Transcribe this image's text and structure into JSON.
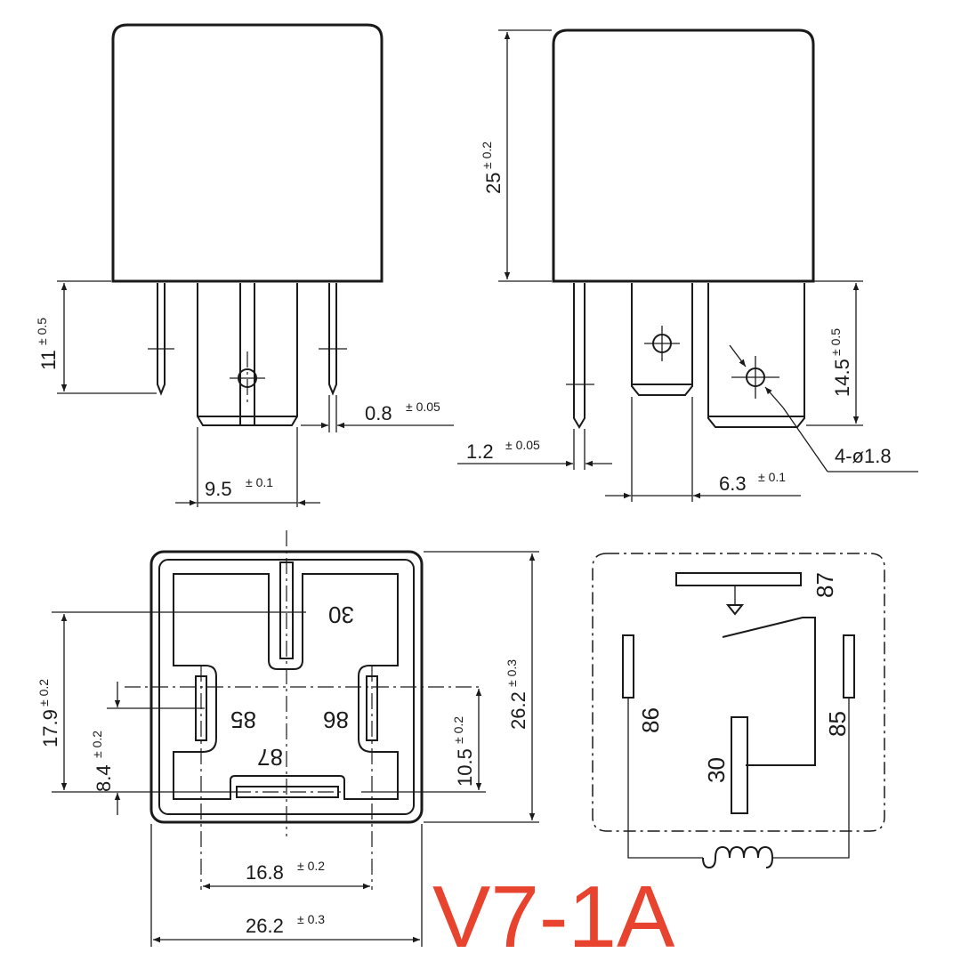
{
  "model_label": "V7-1A",
  "model_color": "#e8432e",
  "dimensions": {
    "pin_height": {
      "value": "11",
      "tol": "± 0.5"
    },
    "pin_width": {
      "value": "0.8",
      "tol": "± 0.05"
    },
    "pin_pitch": {
      "value": "9.5",
      "tol": "± 0.1"
    },
    "body_height": {
      "value": "25",
      "tol": "± 0.2"
    },
    "tab_length": {
      "value": "14.5",
      "tol": "± 0.5"
    },
    "pin_thickness": {
      "value": "1.2",
      "tol": "± 0.05"
    },
    "tab_width": {
      "value": "6.3",
      "tol": "± 0.1"
    },
    "holes": {
      "value": "4-ø1.8"
    },
    "dist_17_9": {
      "value": "17.9",
      "tol": "± 0.2"
    },
    "dist_8_4": {
      "value": "8.4",
      "tol": "± 0.2"
    },
    "dist_10_5": {
      "value": "10.5",
      "tol": "± 0.2"
    },
    "side_26_2": {
      "value": "26.2",
      "tol": "± 0.3"
    },
    "dist_16_8": {
      "value": "16.8",
      "tol": "± 0.2"
    },
    "bottom_26_2": {
      "value": "26.2",
      "tol": "± 0.3"
    }
  },
  "pins_bottom_view": {
    "p30": "30",
    "p85": "85",
    "p86": "86",
    "p87": "87"
  },
  "pins_schematic": {
    "p87": "87",
    "p86": "86",
    "p85": "85",
    "p30": "30"
  }
}
